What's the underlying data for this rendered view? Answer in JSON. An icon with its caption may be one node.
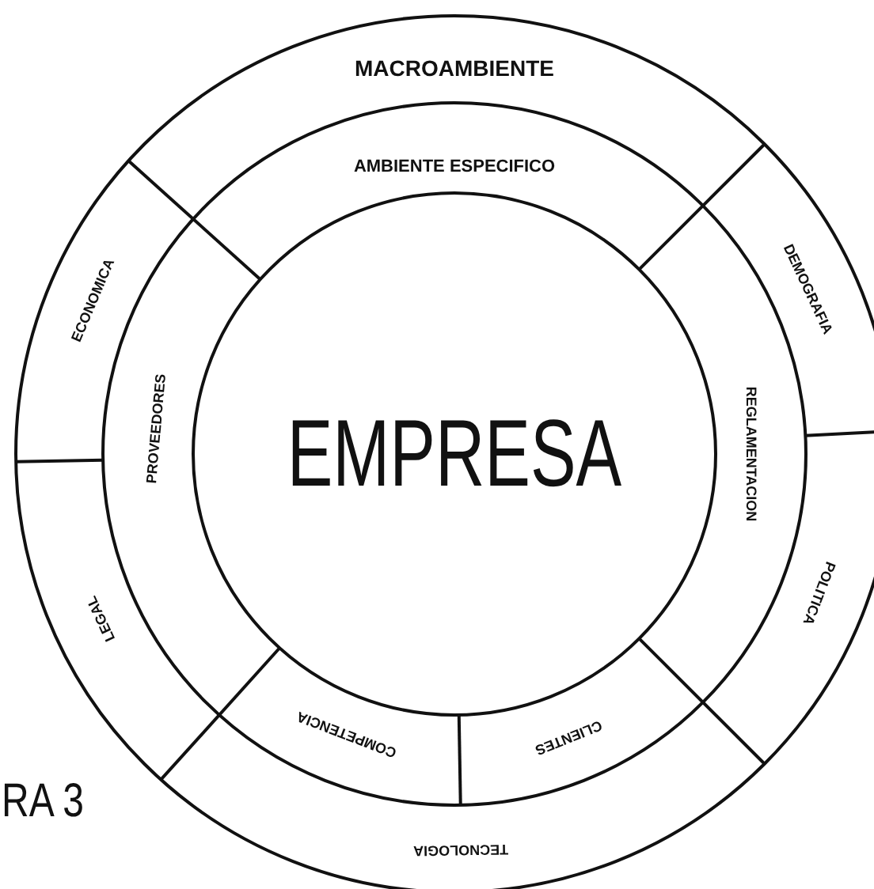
{
  "diagram": {
    "nodes": [
      {
        "text": [
          "MACROAMBIENTE"
        ]
      },
      {
        "text": [
          "AMBIENTE ESPECIFICO"
        ]
      },
      {
        "text": [
          "ECONOMICA"
        ]
      },
      {
        "text": [
          "DEMOGRAFIA"
        ]
      },
      {
        "text": [
          "PROVEEDORES"
        ]
      },
      {
        "text": [
          "EMPRESA"
        ]
      },
      {
        "text": [
          "REGLAMENTACION"
        ]
      },
      {
        "text": [
          "POLITICA"
        ]
      },
      {
        "text": [
          "LEGAL"
        ]
      },
      {
        "text": [
          "COMPETENCIA"
        ]
      },
      {
        "text": [
          "CLIENTES"
        ]
      },
      {
        "text": [
          "TECNOLOGIA"
        ]
      }
    ],
    "labels": [
      "RA 3"
    ]
  }
}
